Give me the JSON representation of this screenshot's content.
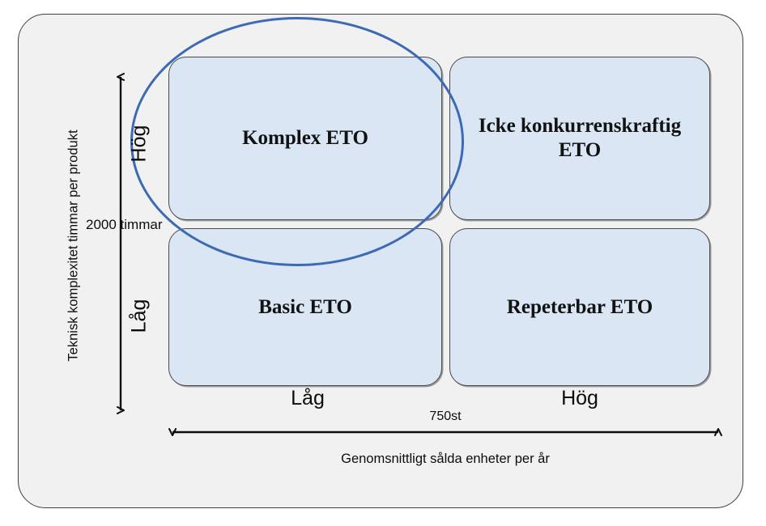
{
  "diagram": {
    "type": "2x2-matrix",
    "quadrants": [
      {
        "id": "top-left",
        "label": "Komplex ETO"
      },
      {
        "id": "top-right",
        "label": "Icke konkurrenskraftig ETO"
      },
      {
        "id": "bottom-left",
        "label": "Basic ETO"
      },
      {
        "id": "bottom-right",
        "label": "Repeterbar ETO"
      }
    ],
    "y_axis": {
      "title": "Teknisk komplexitet timmar per produkt",
      "threshold_label": "2000 timmar",
      "high_label": "Hög",
      "low_label": "Låg"
    },
    "x_axis": {
      "title": "Genomsnittligt sålda enheter per år",
      "threshold_label": "750st",
      "low_label": "Låg",
      "high_label": "Hög"
    },
    "highlight": {
      "shape": "ellipse",
      "covers": "Komplex ETO"
    },
    "colors": {
      "box_fill": "#dae6f4",
      "box_stroke": "#4a4a4a",
      "frame_fill": "#f1f1f1",
      "frame_stroke": "#3f3f3f",
      "highlight_stroke": "#3c6ab4",
      "text": "#0d0d0d"
    }
  }
}
